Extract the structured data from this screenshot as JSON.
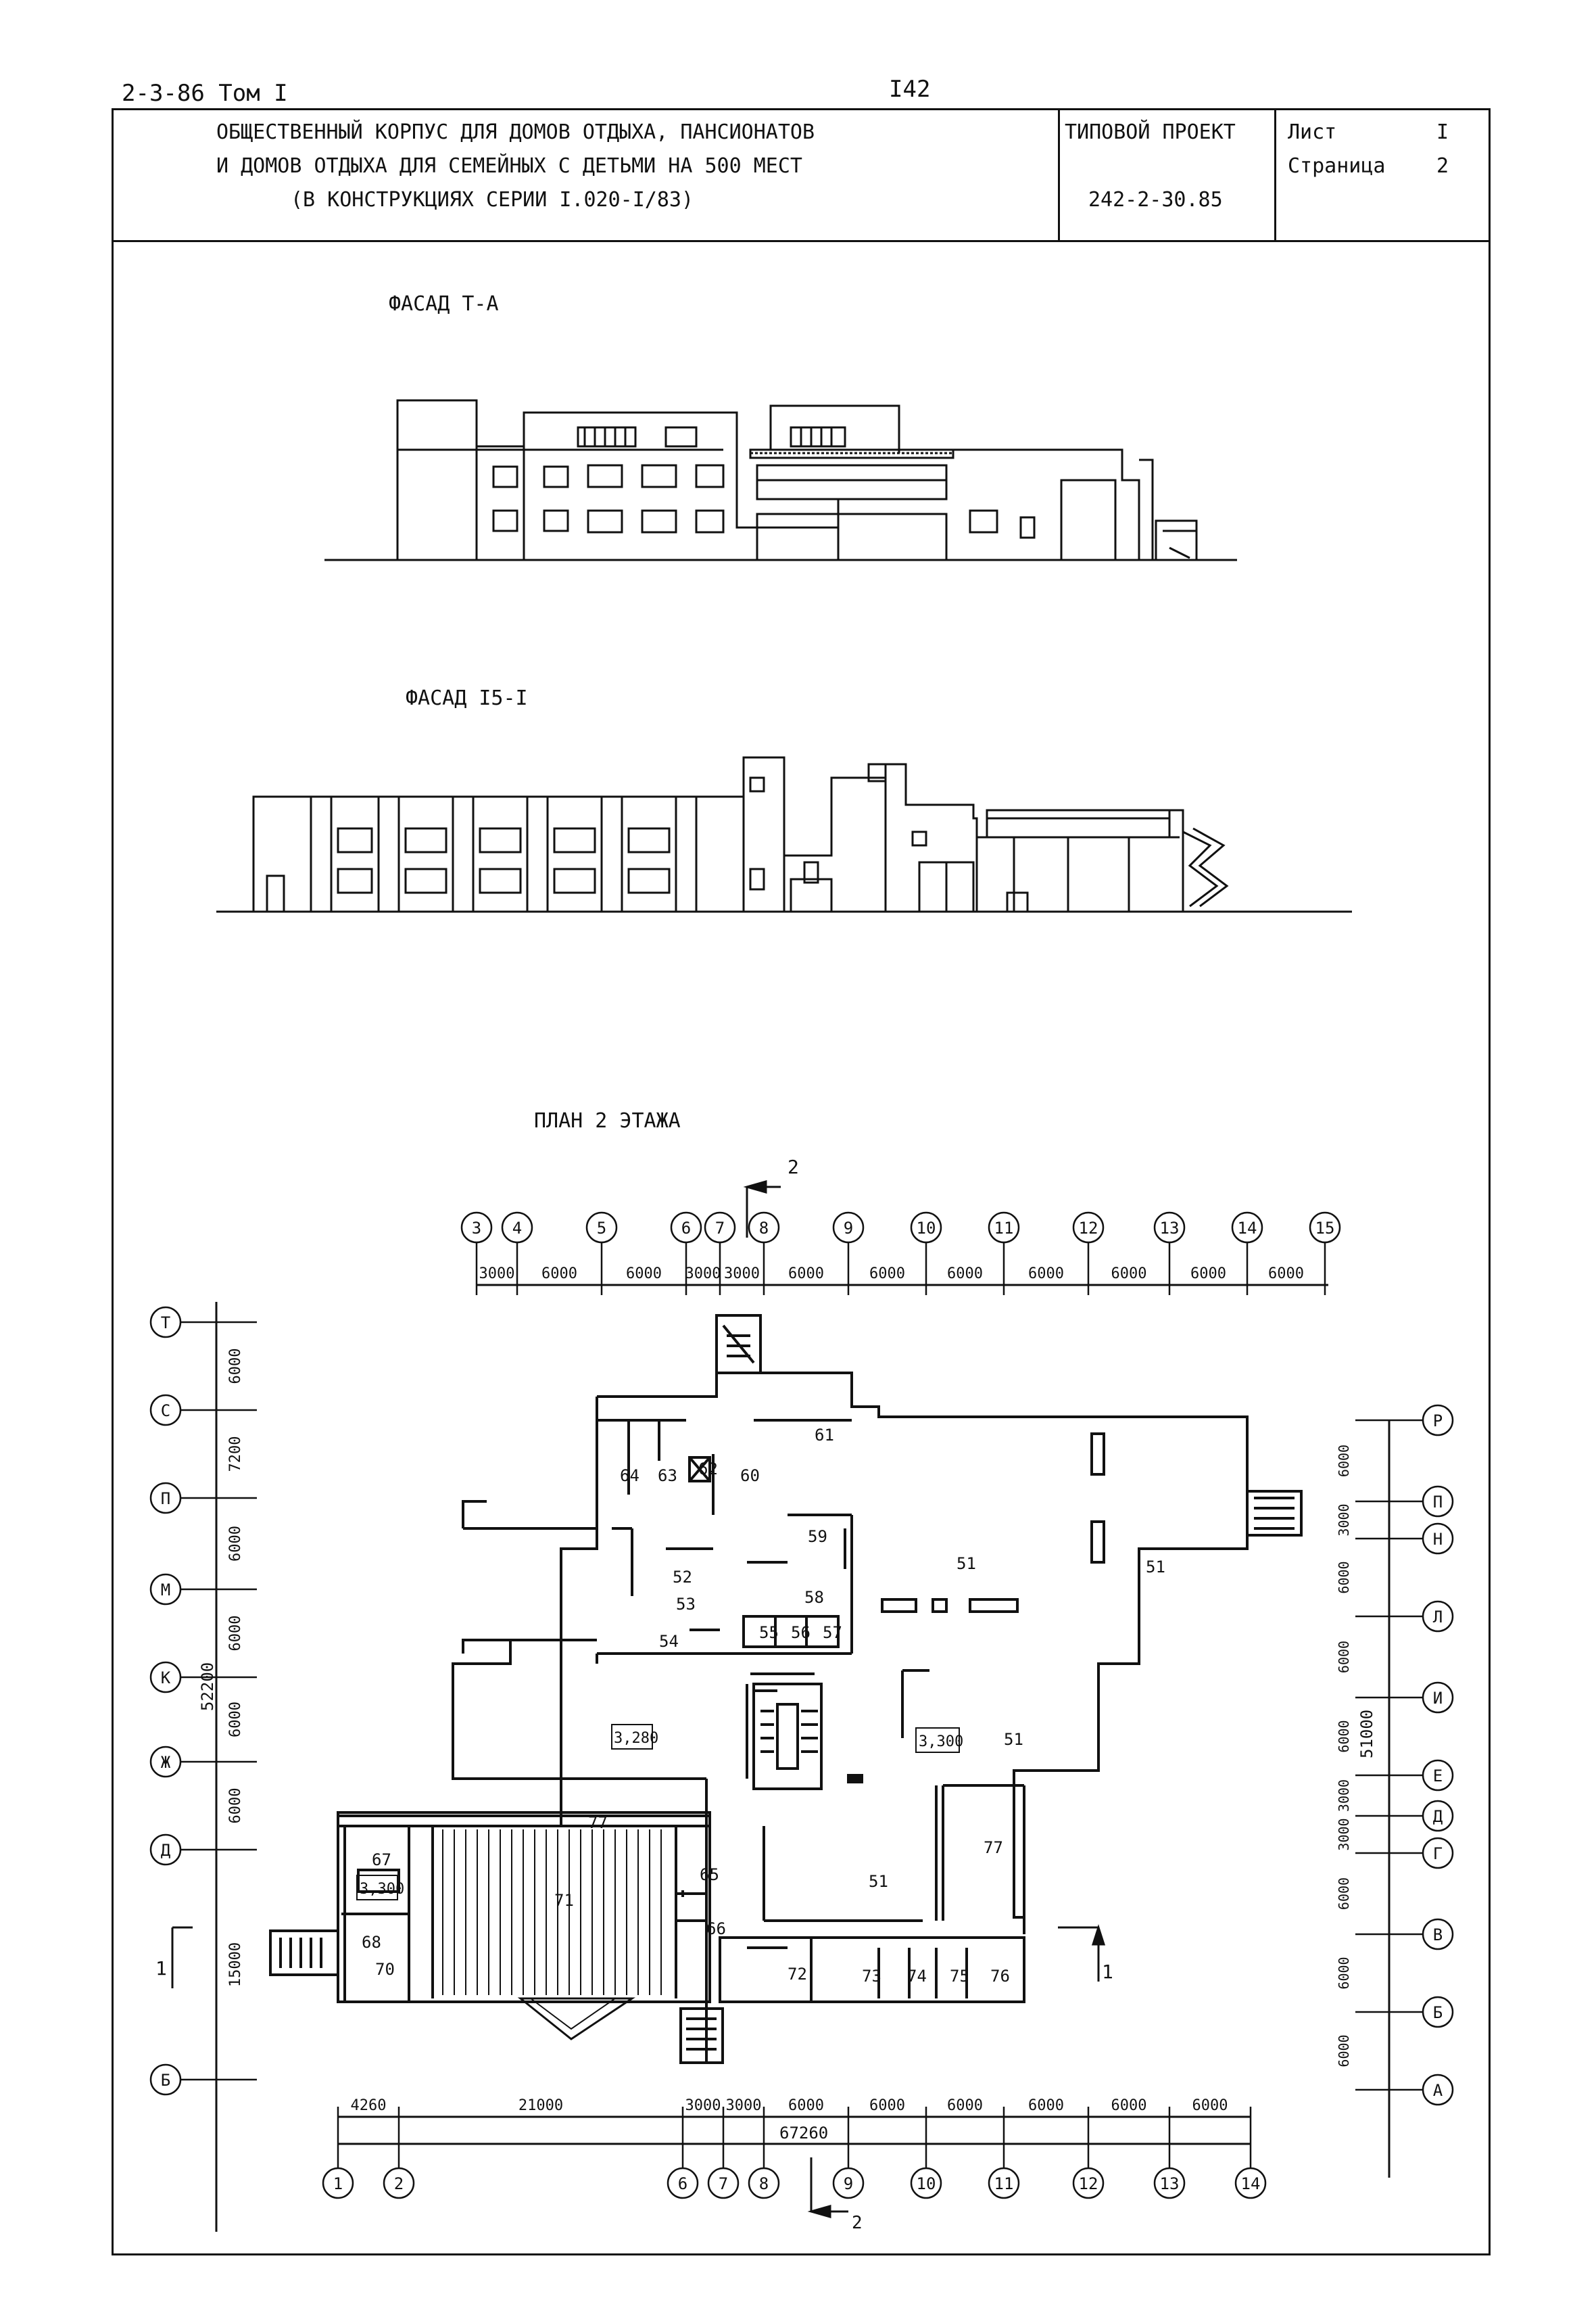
{
  "header": {
    "doc_ref": "2-3-86 Том I",
    "page_number": "I42"
  },
  "title_block": {
    "title_line1": "ОБЩЕСТВЕННЫЙ КОРПУС ДЛЯ ДОМОВ ОТДЫХА, ПАНСИОНАТОВ",
    "title_line2": "И ДОМОВ ОТДЫХА ДЛЯ СЕМЕЙНЫХ С ДЕТЬМИ НА 500 МЕСТ",
    "title_line3": "(В КОНСТРУКЦИЯХ СЕРИИ I.020-I/83)",
    "project_label": "ТИПОВОЙ ПРОЕКТ",
    "project_code": "242-2-30.85",
    "sheet_label": "Лист",
    "sheet_value": "I",
    "page_label": "Страница",
    "page_value": "2"
  },
  "drawings": {
    "facade_ta_title": "ФАСАД Т-А",
    "facade_151_title": "ФАСАД I5-I",
    "plan_title": "ПЛАН 2 ЭТАЖА"
  },
  "plan": {
    "top_axes": [
      "3",
      "4",
      "5",
      "6",
      "7",
      "8",
      "9",
      "10",
      "11",
      "12",
      "13",
      "14",
      "15"
    ],
    "top_dims": [
      "3000",
      "6000",
      "6000",
      "3000",
      "3000",
      "6000",
      "6000",
      "6000",
      "6000",
      "6000",
      "6000",
      "6000"
    ],
    "bottom_axes": [
      "1",
      "2",
      "6",
      "7",
      "8",
      "9",
      "10",
      "11",
      "12",
      "13",
      "14"
    ],
    "bottom_dims": [
      "4260",
      "21000",
      "3000",
      "3000",
      "6000",
      "6000",
      "6000",
      "6000",
      "6000",
      "6000"
    ],
    "bottom_total": "67260",
    "left_axes": [
      "Т",
      "С",
      "П",
      "М",
      "К",
      "Ж",
      "Д",
      "Б"
    ],
    "left_dims": [
      "6000",
      "7200",
      "6000",
      "6000",
      "6000",
      "6000",
      "15000"
    ],
    "left_total": "52200",
    "right_axes": [
      "Р",
      "П",
      "Н",
      "Л",
      "И",
      "Е",
      "Д",
      "Г",
      "В",
      "Б",
      "А"
    ],
    "right_dims": [
      "6000",
      "3000",
      "6000",
      "6000",
      "6000",
      "3000",
      "3000",
      "6000",
      "6000",
      "6000"
    ],
    "right_total": "51000",
    "section_mark": "2",
    "section_mark_side": "1",
    "rooms": [
      "64",
      "63",
      "62",
      "61",
      "60",
      "59",
      "58",
      "52",
      "53",
      "54",
      "55",
      "56",
      "57",
      "51",
      "51",
      "51",
      "51",
      "77",
      "77",
      "67",
      "68",
      "70",
      "71",
      "65",
      "66",
      "72",
      "73",
      "74",
      "75",
      "76"
    ],
    "elevations": [
      "3,280",
      "3,300",
      "3,300"
    ]
  }
}
